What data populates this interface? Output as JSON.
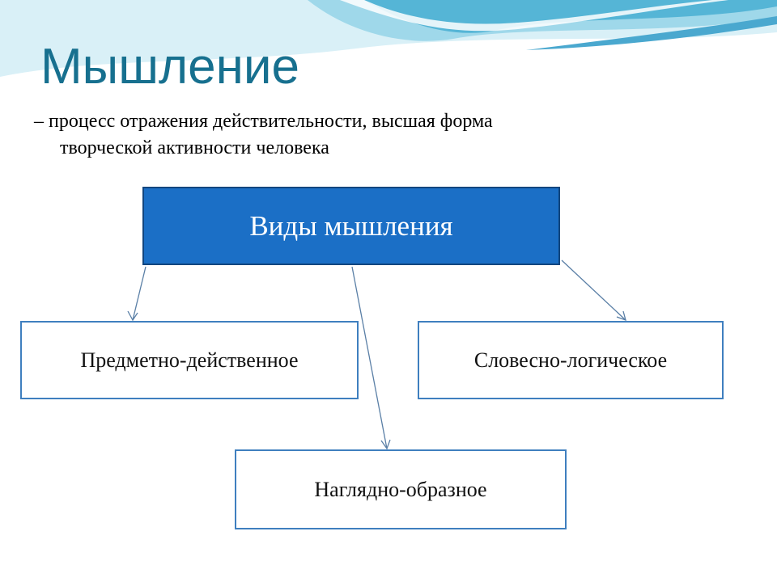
{
  "slide": {
    "title": "Мышление",
    "definition": {
      "line1": "– процесс отражения действительности, высшая форма",
      "line2": "творческой активности человека"
    }
  },
  "diagram": {
    "root": "Виды мышления",
    "children": {
      "left": "Предметно-действенное",
      "right": "Словесно-логическое",
      "bottom": "Наглядно-образное"
    }
  },
  "colors": {
    "title": "#17708f",
    "root_fill": "#1b6fc6",
    "box_border": "#3f7fbf",
    "wave_light": "#bfe6f2",
    "wave_mid": "#7fcbe3",
    "wave_dark": "#3fa9cf"
  }
}
